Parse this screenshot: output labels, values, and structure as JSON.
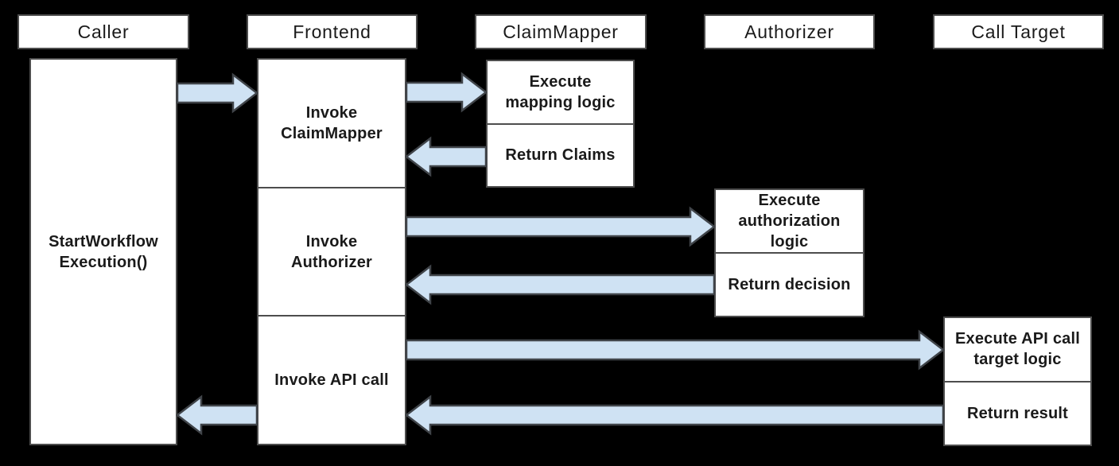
{
  "colors": {
    "background": "#000000",
    "box_fill": "#ffffff",
    "box_border": "#4d4d4d",
    "arrow_fill": "#cfe2f3",
    "arrow_stroke": "#404449",
    "text": "#1a1a1a"
  },
  "actors": [
    {
      "label": "Caller"
    },
    {
      "label": "Frontend"
    },
    {
      "label": "ClaimMapper"
    },
    {
      "label": "Authorizer"
    },
    {
      "label": "Call Target"
    }
  ],
  "caller": {
    "activity": "StartWorkflow\nExecution()"
  },
  "frontend": {
    "steps": [
      {
        "label": "Invoke\nClaimMapper"
      },
      {
        "label": "Invoke\nAuthorizer"
      },
      {
        "label": "Invoke API call"
      }
    ]
  },
  "claimmapper": {
    "steps": [
      {
        "label": "Execute\nmapping logic"
      },
      {
        "label": "Return Claims"
      }
    ]
  },
  "authorizer": {
    "steps": [
      {
        "label": "Execute\nauthorization\nlogic"
      },
      {
        "label": "Return decision"
      }
    ]
  },
  "call_target": {
    "steps": [
      {
        "label": "Execute API call\ntarget logic"
      },
      {
        "label": "Return result"
      }
    ]
  },
  "arrows": [
    {
      "name": "caller-to-frontend",
      "direction": "right"
    },
    {
      "name": "frontend-to-claimmapper",
      "direction": "right"
    },
    {
      "name": "claimmapper-return-to-frontend",
      "direction": "left"
    },
    {
      "name": "frontend-to-authorizer",
      "direction": "right"
    },
    {
      "name": "authorizer-return-to-frontend",
      "direction": "left"
    },
    {
      "name": "frontend-to-calltarget",
      "direction": "right"
    },
    {
      "name": "calltarget-return-to-frontend",
      "direction": "left"
    },
    {
      "name": "frontend-return-to-caller",
      "direction": "left"
    }
  ]
}
